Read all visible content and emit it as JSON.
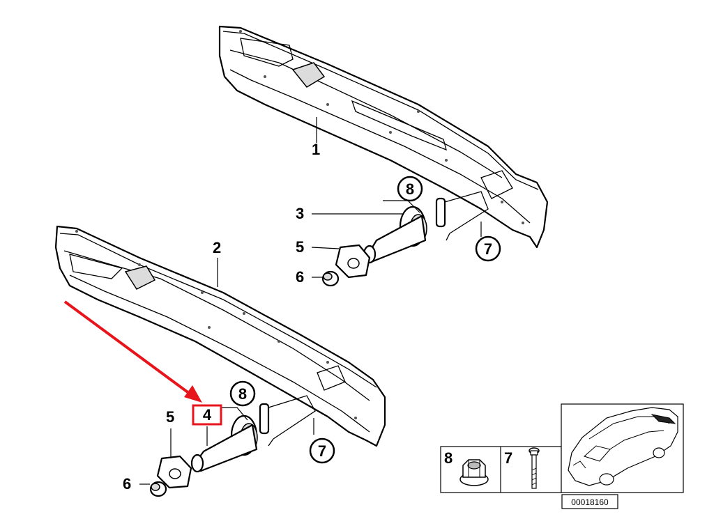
{
  "callouts": {
    "c1": "1",
    "c2": "2",
    "c3": "3",
    "c4": "4",
    "c5_top": "5",
    "c5_bottom": "5",
    "c6_top": "6",
    "c6_bottom": "6",
    "c7_top": "7",
    "c7_bottom": "7",
    "c8_top": "8",
    "c8_bottom": "8"
  },
  "highlight": {
    "target": "4",
    "color": "#e8141b"
  },
  "parts_table": {
    "col1": "8",
    "col2": "7"
  },
  "diagram_ref": "00018160"
}
